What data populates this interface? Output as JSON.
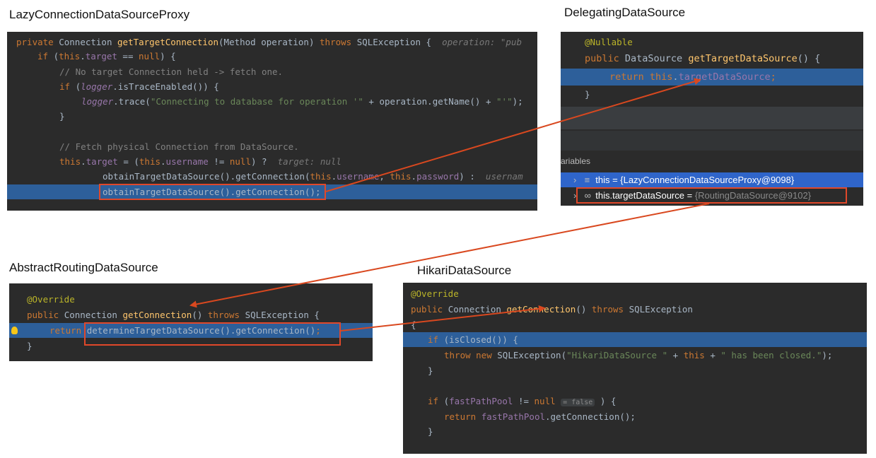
{
  "titles": {
    "lazy": "LazyConnectionDataSourceProxy",
    "delegating": "DelegatingDataSource",
    "routing": "AbstractRoutingDataSource",
    "hikari": "HikariDataSource"
  },
  "lazy": {
    "l1_kw1": "private ",
    "l1_type": "Connection ",
    "l1_fn": "getTargetConnection",
    "l1_params": "(Method operation) ",
    "l1_kw2": "throws ",
    "l1_rest": "SQLException {  ",
    "l1_hint": "operation: \"pub",
    "l2_kw": "if ",
    "l2_a": "(",
    "l2_this": "this",
    "l2_dot": ".",
    "l2_fld": "target",
    "l2_b": " == ",
    "l2_null": "null",
    "l2_c": ") {",
    "l3_cmt": "// No target Connection held -> fetch one.",
    "l4_kw": "if ",
    "l4_a": "(",
    "l4_logger": "logger",
    "l4_b": ".isTraceEnabled()) {",
    "l5_logger": "logger",
    "l5_a": ".trace(",
    "l5_str1": "\"Connecting to database for operation '\"",
    "l5_b": " + operation.getName() + ",
    "l5_str2": "\"'\"",
    "l5_c": ");",
    "l6": "}",
    "l8_cmt": "// Fetch physical Connection from DataSource.",
    "l9_this": "this",
    "l9_a": ".",
    "l9_fld": "target",
    "l9_b": " = (",
    "l9_this2": "this",
    "l9_c": ".",
    "l9_fld2": "username",
    "l9_d": " != ",
    "l9_null": "null",
    "l9_e": ") ?  ",
    "l9_hint": "target: null",
    "l10_a": "obtainTargetDataSource().getConnection(",
    "l10_this": "this",
    "l10_b": ".",
    "l10_fld": "username",
    "l10_c": ", ",
    "l10_this2": "this",
    "l10_d": ".",
    "l10_fld2": "password",
    "l10_e": ") :  ",
    "l10_hint": "usernam",
    "l11": "obtainTargetDataSource().getConnection();"
  },
  "delegating": {
    "l1_ann": "@Nullable",
    "l2_kw": "public ",
    "l2_type": "DataSource ",
    "l2_fn": "getTargetDataSource",
    "l2_rest": "() {",
    "l3_kw": "return ",
    "l3_this": "this",
    "l3_dot": ".",
    "l3_fld": "targetDataSource",
    "l3_end": ";",
    "l4": "}",
    "vars_label": "ariables",
    "var1": "this = {LazyConnectionDataSourceProxy@9098}",
    "var2_name": "this.targetDataSource = ",
    "var2_val": "{RoutingDataSource@9102}"
  },
  "routing": {
    "l1_ann": "@Override",
    "l2_kw": "public ",
    "l2_type": "Connection ",
    "l2_fn": "getConnection",
    "l2_rest1": "() ",
    "l2_kw2": "throws ",
    "l2_rest2": "SQLException {",
    "l3_kw": "return ",
    "l3_rest": "determineTargetDataSource().getConnection()",
    "l3_end": ";",
    "l4": "}"
  },
  "hikari": {
    "l1_ann": "@Override",
    "l2_kw": "public ",
    "l2_type": "Connection ",
    "l2_fn": "getConnection",
    "l2_rest1": "() ",
    "l2_kw2": "throws ",
    "l2_rest2": "SQLException",
    "l3": "{",
    "l4_kw": "if ",
    "l4_rest": "(isClosed()) {",
    "l5_kw": "throw new ",
    "l5_a": "SQLException(",
    "l5_str1": "\"HikariDataSource \"",
    "l5_b": " + ",
    "l5_this": "this",
    "l5_c": " + ",
    "l5_str2": "\" has been closed.\"",
    "l5_d": ");",
    "l6": "}",
    "l8_kw": "if ",
    "l8_a": "(",
    "l8_fld": "fastPathPool",
    "l8_b": " != ",
    "l8_null": "null",
    "l8_pill": "= false",
    "l8_c": " ) {",
    "l9_kw": "return ",
    "l9_fld": "fastPathPool",
    "l9_a": ".getConnection();",
    "l10": "}"
  },
  "colors": {
    "arrow": "#d9481f",
    "panel_bg": "#2b2b2b",
    "highlight": "#2d5f9a"
  }
}
